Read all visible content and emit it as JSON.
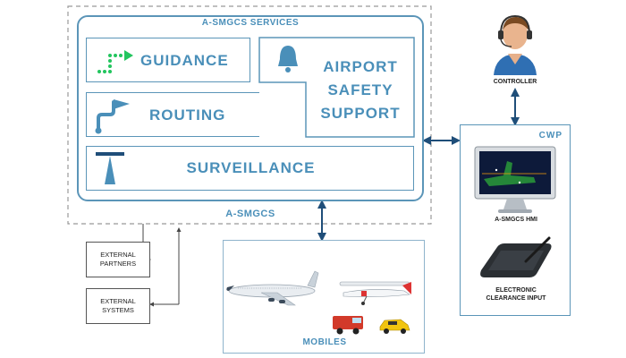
{
  "outer_label": "A-SMGCS",
  "services": {
    "title": "A-SMGCS SERVICES",
    "guidance": "GUIDANCE",
    "routing": "ROUTING",
    "surveillance": "SURVEILLANCE",
    "safety_line1": "AIRPORT",
    "safety_line2": "SAFETY",
    "safety_line3": "SUPPORT"
  },
  "external": {
    "partners_line1": "EXTERNAL",
    "partners_line2": "PARTNERS",
    "systems_line1": "EXTERNAL",
    "systems_line2": "SYSTEMS"
  },
  "mobiles_label": "MOBILES",
  "cwp": {
    "title": "CWP",
    "hmi_label": "A-SMGCS HMI",
    "input_line1": "ELECTRONIC",
    "input_line2": "CLEARANCE INPUT"
  },
  "controller_label": "CONTROLLER",
  "colors": {
    "primary": "#4a8fb9",
    "arrow": "#1f4e79",
    "green": "#22c55e"
  }
}
